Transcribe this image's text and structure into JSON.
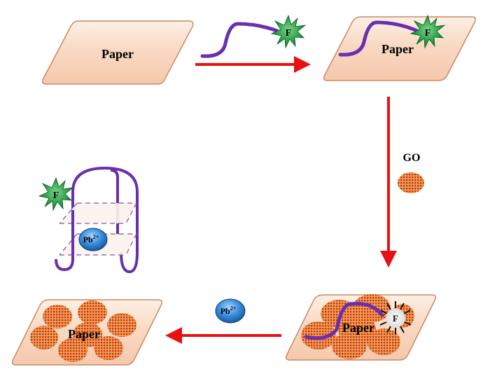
{
  "diagram": {
    "title": "Paper-based fluorescent Pb2+ sensing scheme with GO quenching",
    "colors": {
      "paper_fill": "#f7cdb4",
      "paper_stroke": "#c98a62",
      "arrow": "#e81010",
      "dna_strand": "#6a2fb0",
      "fluorophore_on": "#1f9a3c",
      "fluorophore_off": "#e8e8e8",
      "go_sheet": "#c94a10",
      "pb_ion": "#2b7bd4"
    },
    "steps": [
      {
        "id": "step1",
        "paper_label": "Paper",
        "description": "Bare paper"
      },
      {
        "id": "step2",
        "paper_label": "Paper",
        "description": "F-labelled DNA probe immobilized on paper"
      },
      {
        "id": "step3",
        "paper_label": "Paper",
        "description": "GO added — fluorescence quenched"
      },
      {
        "id": "step4",
        "paper_label": "Paper",
        "description": "Pb2+ added — probe folds into G-quadruplex and leaves GO"
      }
    ],
    "fluorophore_label": "F",
    "reagents": {
      "go_label": "GO",
      "pb_label": "Pb",
      "pb_charge": "2+"
    },
    "g_quadruplex": {
      "fluorophore_label": "F",
      "ion_label": "Pb",
      "ion_charge": "2+"
    }
  }
}
